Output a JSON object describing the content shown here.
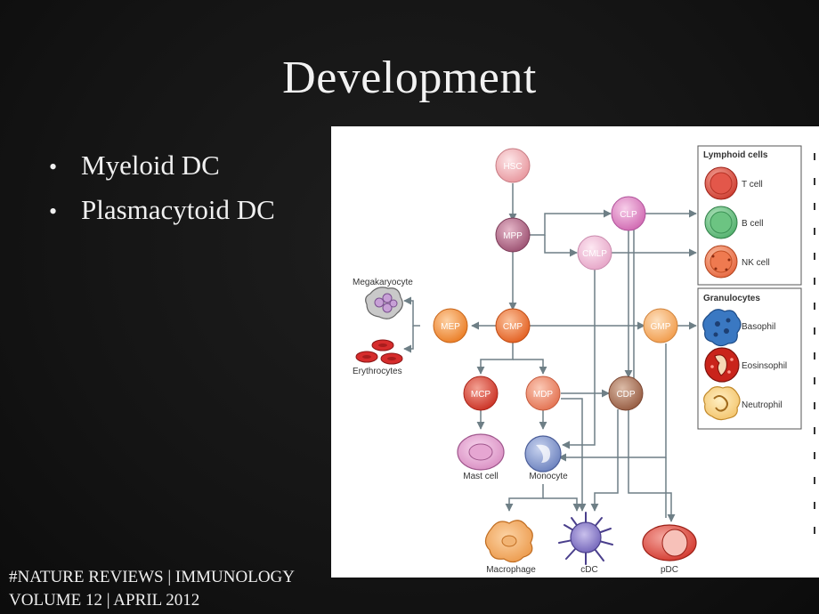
{
  "slide": {
    "title": "Development",
    "bullets": [
      "Myeloid DC",
      "Plasmacytoid DC"
    ],
    "citation_line1": "#NATURE REVIEWS | IMMUNOLOGY",
    "citation_line2": "VOLUME 12  | APRIL 2012"
  },
  "diagram": {
    "nodes": {
      "hsc": "HSC",
      "mpp": "MPP",
      "clp": "CLP",
      "cmlp": "CMLP",
      "cmp": "CMP",
      "mep": "MEP",
      "gmp": "GMP",
      "mcp": "MCP",
      "mdp": "MDP",
      "cdp": "CDP"
    },
    "cells": {
      "megakaryocyte": "Megakaryocyte",
      "erythrocytes": "Erythrocytes",
      "mast_cell": "Mast cell",
      "monocyte": "Monocyte",
      "macrophage": "Macrophage",
      "cdc": "cDC",
      "pdc": "pDC"
    },
    "lymphoid_box": {
      "title": "Lymphoid cells",
      "items": [
        "T cell",
        "B cell",
        "NK cell"
      ]
    },
    "granulocyte_box": {
      "title": "Granulocytes",
      "items": [
        "Basophil",
        "Eosinsophil",
        "Neutrophil"
      ]
    },
    "colors": {
      "hsc": "#f3b9bd",
      "mpp": "#b8708c",
      "clp": "#e48cc8",
      "cmlp": "#f0bdd8",
      "cmp": "#f07a3c",
      "mep": "#f3913e",
      "gmp": "#f6b06a",
      "mcp": "#d9473a",
      "mdp": "#f08c70",
      "cdp": "#b07860"
    }
  }
}
